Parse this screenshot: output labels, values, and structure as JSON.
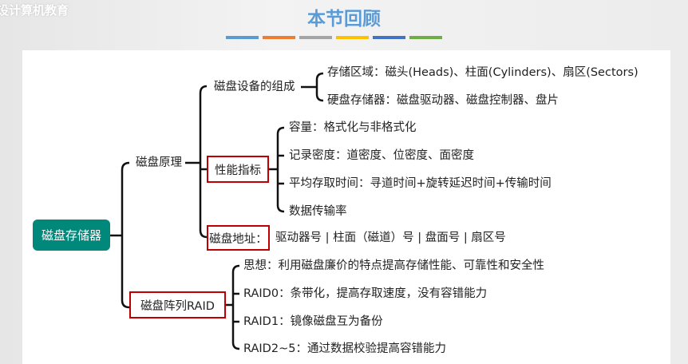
{
  "watermark": "设计算机教育",
  "title": "本节回顾",
  "bar_colors": [
    "#5b9bd5",
    "#ed7d31",
    "#a5a5a5",
    "#ffc000",
    "#4472c4",
    "#70ad47"
  ],
  "root": "磁盘存储器",
  "principle": {
    "label": "磁盘原理",
    "composition": {
      "label": "磁盘设备的组成",
      "items": [
        "存储区域：磁头(Heads)、柱面(Cylinders)、扇区(Sectors)",
        "硬盘存储器：磁盘驱动器、磁盘控制器、盘片"
      ]
    },
    "performance": {
      "label": "性能指标",
      "items": [
        "容量：格式化与非格式化",
        "记录密度：道密度、位密度、面密度",
        "平均存取时间：寻道时间+旋转延迟时间+传输时间",
        "数据传输率"
      ]
    },
    "address": {
      "label": "磁盘地址：",
      "value": "驱动器号 | 柱面（磁道）号 | 盘面号 | 扇区号"
    }
  },
  "raid": {
    "label": "磁盘阵列RAID",
    "items": [
      "思想：利用磁盘廉价的特点提高存储性能、可靠性和安全性",
      "RAID0：条带化，提高存取速度，没有容错能力",
      "RAID1：镜像磁盘互为备份",
      "RAID2~5：通过数据校验提高容错能力"
    ]
  }
}
